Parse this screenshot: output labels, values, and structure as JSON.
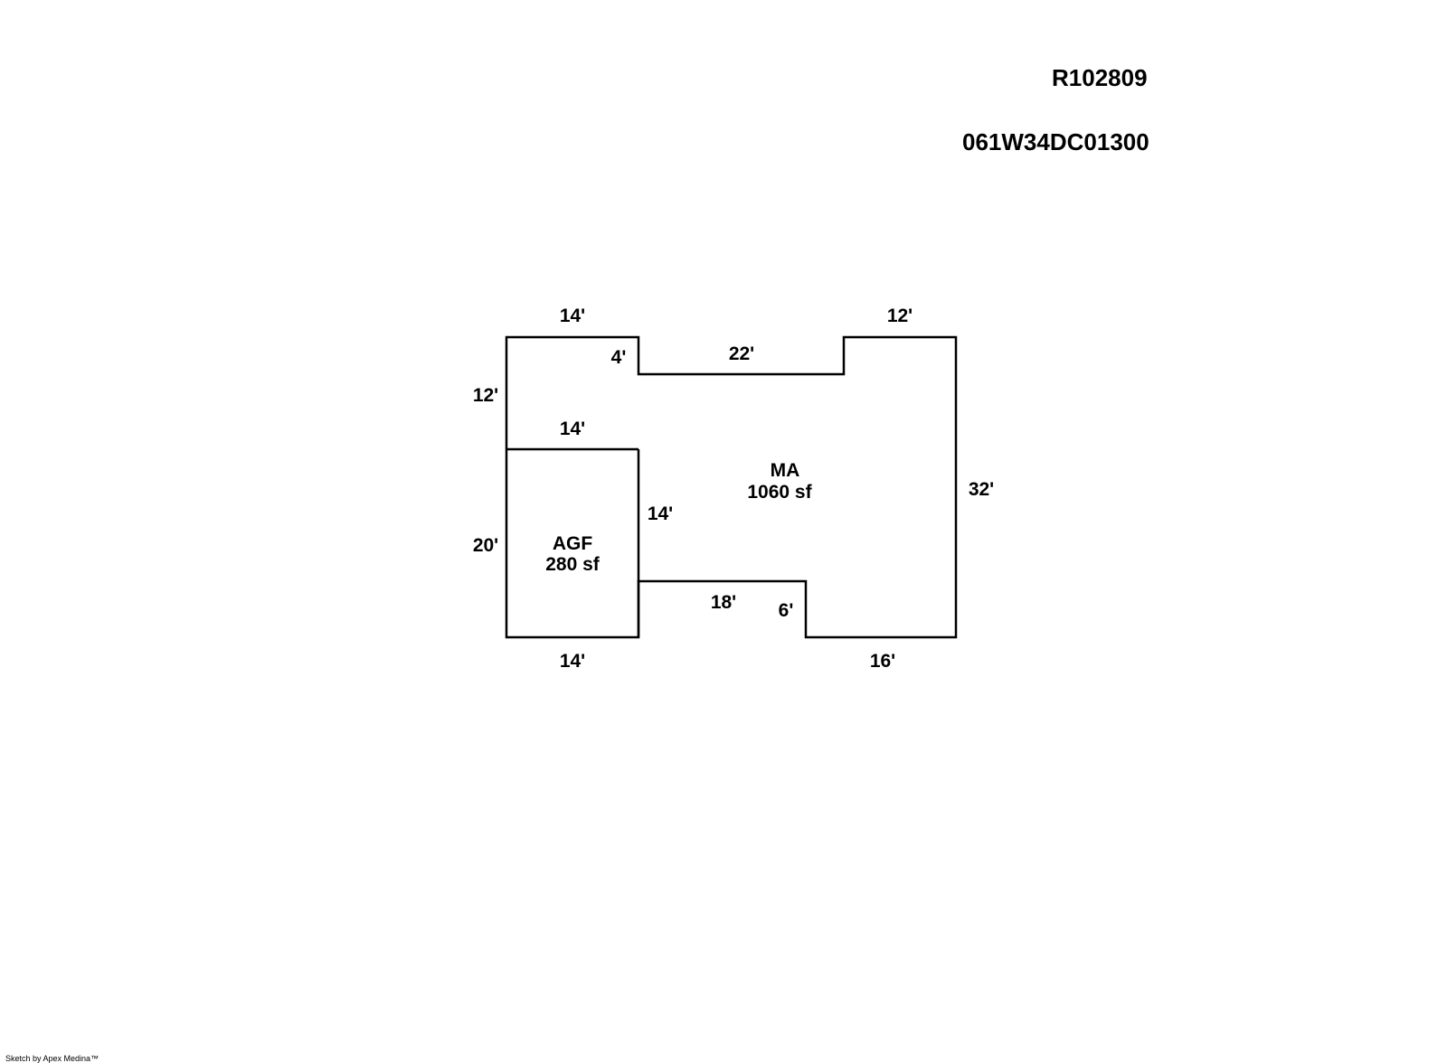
{
  "header": {
    "parcel_id": "R102809",
    "map_id": "061W34DC01300"
  },
  "sketch": {
    "areas": [
      {
        "name": "MA",
        "size": "1060 sf"
      },
      {
        "name": "AGF",
        "size": "280 sf"
      }
    ],
    "dimensions": {
      "top_left": "14'",
      "notch_left": "4'",
      "notch_top": "22'",
      "top_right": "12'",
      "left_upper": "12'",
      "agf_top": "14'",
      "agf_left": "20'",
      "agf_right": "14'",
      "right": "32'",
      "bottom_notch": "18'",
      "bottom_notch_right": "6'",
      "bottom_left": "14'",
      "bottom_right": "16'"
    }
  },
  "footer": {
    "credit": "Sketch by Apex Medina™"
  }
}
